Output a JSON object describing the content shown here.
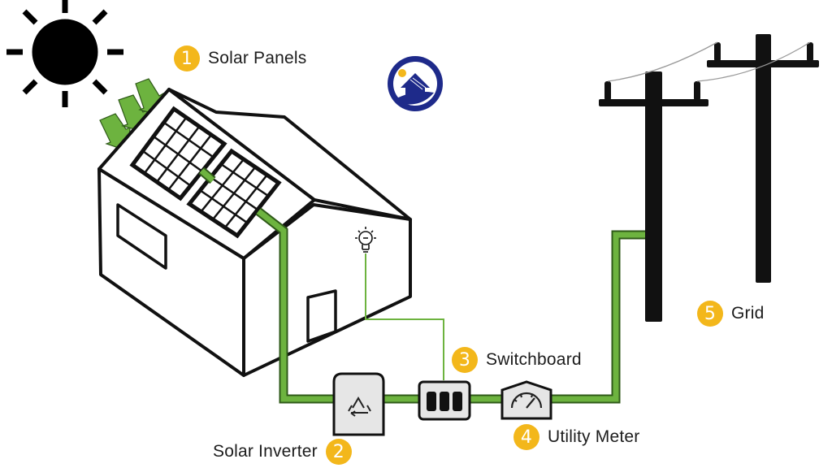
{
  "components": [
    {
      "number": "1",
      "label": "Solar Panels"
    },
    {
      "number": "2",
      "label": "Solar Inverter"
    },
    {
      "number": "3",
      "label": "Switchboard"
    },
    {
      "number": "4",
      "label": "Utility Meter"
    },
    {
      "number": "5",
      "label": "Grid"
    }
  ],
  "colors": {
    "wire": "#6db33f",
    "wire_edge": "#2f5a19",
    "badge": "#f3b71b",
    "outline": "#111111",
    "logo": "#1e2a8a",
    "device_fill": "#e6e6e6"
  },
  "icons": [
    "sun-icon",
    "recycle-icon",
    "lightbulb-icon",
    "gauge-icon",
    "house-logo-icon"
  ]
}
